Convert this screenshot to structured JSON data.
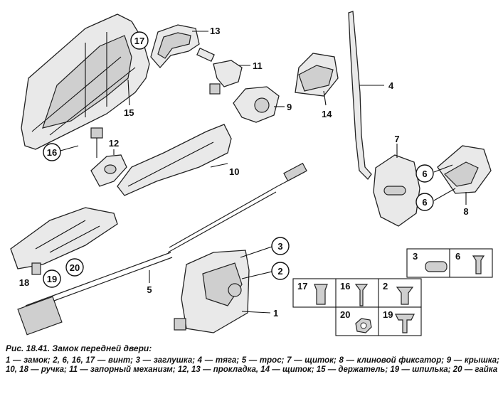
{
  "figure": {
    "title": "Рис. 18.41. Замок передней двери:",
    "legend": "1 — замок; 2, 6, 16, 17 — винт; 3 — заглушка; 4 — тяга; 5 — трос; 7 — щиток; 8 — клиновой фиксатор; 9 — крышка; 10, 18 — ручка; 11 — запорный механизм; 12, 13 — прокладка, 14 — щиток; 15 — держатель; 19 — шпилька; 20 — гайка"
  },
  "callouts": {
    "c1": "1",
    "c2": "2",
    "c3": "3",
    "c4": "4",
    "c5": "5",
    "c6a": "6",
    "c6b": "6",
    "c7": "7",
    "c8": "8",
    "c9": "9",
    "c10": "10",
    "c11": "11",
    "c12": "12",
    "c13": "13",
    "c14": "14",
    "c15": "15",
    "c16": "16",
    "c17": "17",
    "c18": "18",
    "c19": "19",
    "c20": "20"
  },
  "hardware": {
    "h17": "17",
    "h16": "16",
    "h2": "2",
    "h20": "20",
    "h19": "19",
    "h3": "3",
    "h6": "6"
  }
}
